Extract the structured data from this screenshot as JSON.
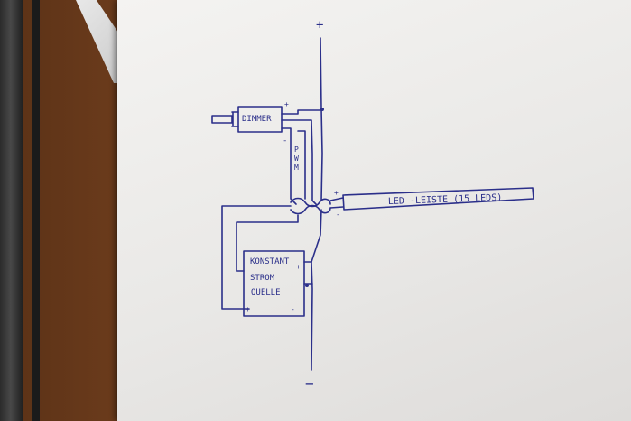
{
  "labels": {
    "supply_plus": "+",
    "supply_minus": "−",
    "dimmer": "DIMMER",
    "dimmer_plus": "+",
    "dimmer_minus": "-",
    "pwm": [
      "P",
      "W",
      "M"
    ],
    "led_strip": "LED -LEISTE (15 LEDS)",
    "led_plus": "+",
    "led_minus": "-",
    "source_line1": "KONSTANT",
    "source_line2": "STROM",
    "source_line3": "QUELLE",
    "source_plus_top": "+",
    "source_plus_bottom": "+",
    "source_minus_bottom": "-"
  },
  "colors": {
    "ink": "#2b2f8a",
    "paper": "#eeedeb",
    "desk": "#6b3c1c"
  }
}
